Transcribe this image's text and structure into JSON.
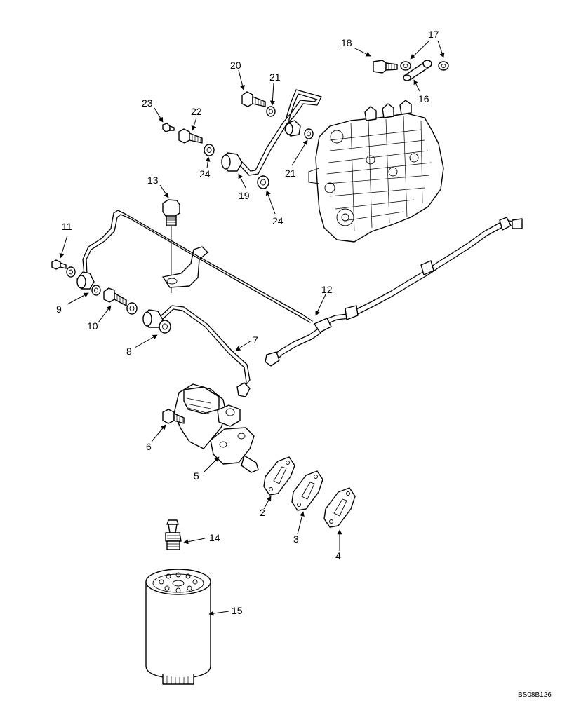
{
  "callouts": {
    "c2": "2",
    "c3": "3",
    "c4": "4",
    "c5": "5",
    "c6": "6",
    "c7": "7",
    "c8": "8",
    "c9": "9",
    "c10": "10",
    "c11": "11",
    "c12": "12",
    "c13": "13",
    "c14": "14",
    "c15": "15",
    "c16": "16",
    "c17": "17",
    "c18": "18",
    "c19": "19",
    "c20": "20",
    "c21a": "21",
    "c21b": "21",
    "c22": "22",
    "c23": "23",
    "c24a": "24",
    "c24b": "24"
  },
  "drawing_code": "BS08B126"
}
